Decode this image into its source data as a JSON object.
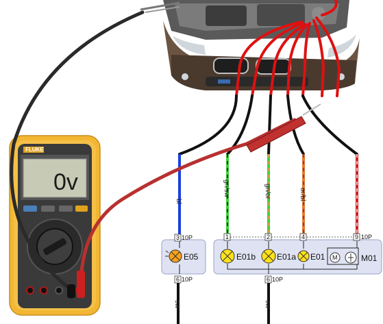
{
  "multimeter": {
    "brand": "FLUKE",
    "reading": "0v"
  },
  "wires": [
    {
      "id": "w-bl",
      "label": "bl",
      "color": "#1a3fe0"
    },
    {
      "id": "w-gnsw",
      "label": "gn/sw",
      "color": "#3fd13a"
    },
    {
      "id": "w-gnor",
      "label": "gn/or",
      "color": "#3fd13a"
    },
    {
      "id": "w-orbl",
      "label": "or/bl",
      "color": "#e87a2a"
    },
    {
      "id": "w-rtws",
      "label": "",
      "color": "#cc2222"
    }
  ],
  "connectors": {
    "left_top": {
      "pin": "3",
      "type": "10P"
    },
    "left_bottom": {
      "pin": "6",
      "type": "10P"
    },
    "right_top_pins": [
      "1",
      "2",
      "4",
      "9"
    ],
    "right_top_type": "10P",
    "right_bottom": {
      "pin": "6",
      "type": "10P"
    }
  },
  "components": {
    "e05": "E05",
    "e01b": "E01b",
    "e01a": "E01a",
    "e01": "E01",
    "m01": "M01",
    "motor_symbol": "M"
  },
  "ground_wires": {
    "left": "sw",
    "right": "sw"
  },
  "colors": {
    "probe_red": "#b83030",
    "probe_black": "#2a2a2a",
    "multimeter_yellow": "#f2b632",
    "module_fill": "#dfe2f2",
    "module_stroke": "#9aa0c8",
    "lamp_fill": "#ffe11a",
    "e05_lamp_fill": "#f7a21b"
  }
}
